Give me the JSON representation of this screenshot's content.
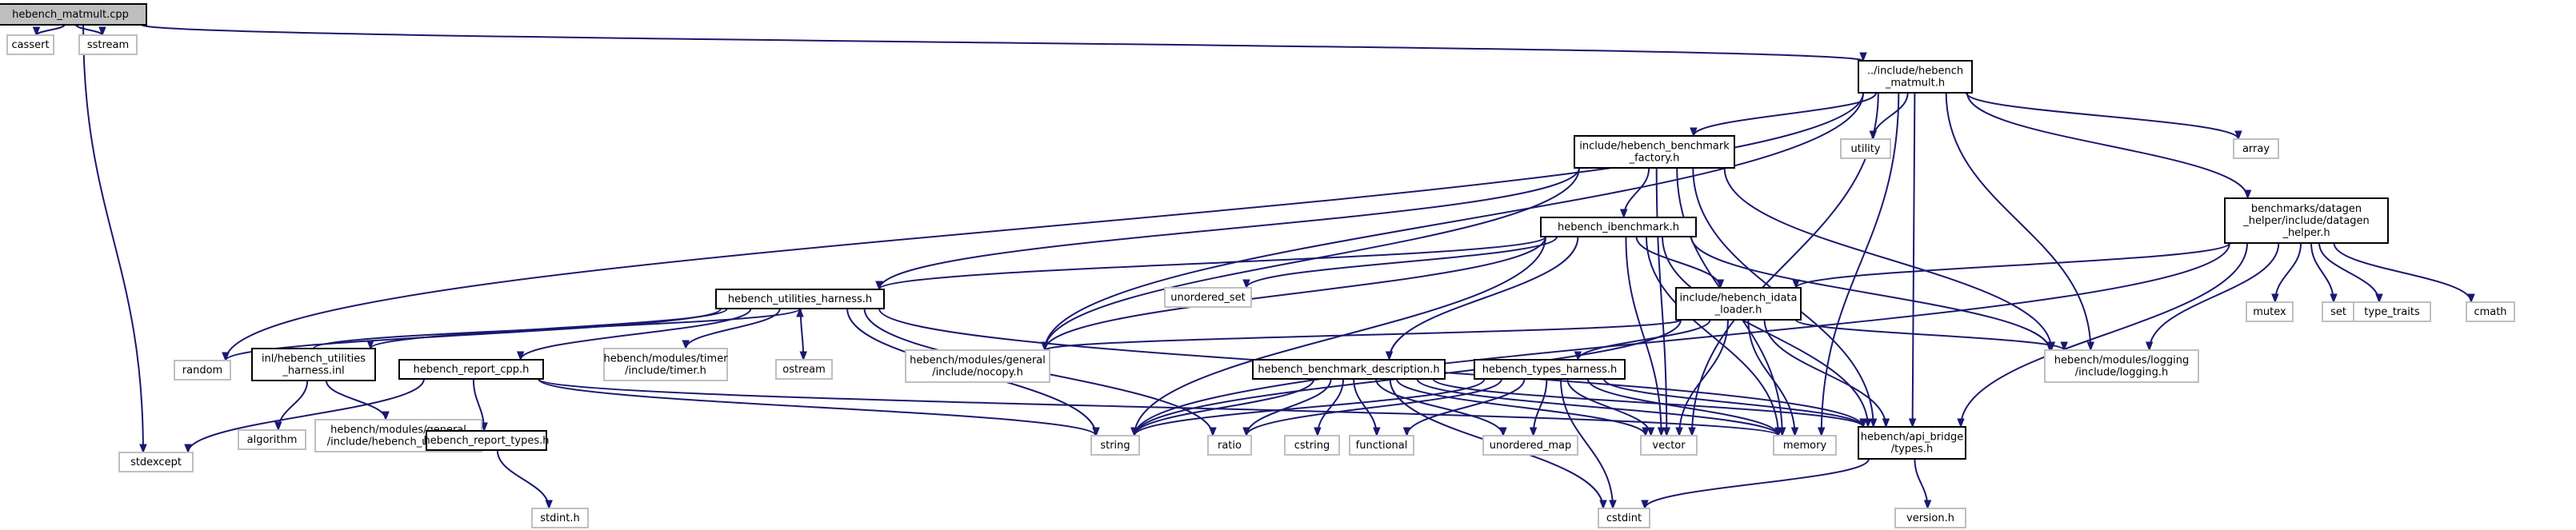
{
  "graph": {
    "root": "hebench_matmult.cpp",
    "nodes": [
      {
        "id": "n0",
        "lines": [
          "hebench_matmult.cpp"
        ],
        "style": "root"
      },
      {
        "id": "n1",
        "lines": [
          "cassert"
        ],
        "style": "external"
      },
      {
        "id": "n2",
        "lines": [
          "sstream"
        ],
        "style": "external"
      },
      {
        "id": "n3",
        "lines": [
          "../include/hebench",
          "_matmult.h"
        ],
        "style": "file"
      },
      {
        "id": "n4",
        "lines": [
          "stdexcept"
        ],
        "style": "external"
      },
      {
        "id": "n5",
        "lines": [
          "include/hebench_benchmark",
          "_factory.h"
        ],
        "style": "file"
      },
      {
        "id": "n6",
        "lines": [
          "utility"
        ],
        "style": "external"
      },
      {
        "id": "n7",
        "lines": [
          "array"
        ],
        "style": "external"
      },
      {
        "id": "n8",
        "lines": [
          "benchmarks/datagen",
          "_helper/include/datagen",
          "_helper.h"
        ],
        "style": "file"
      },
      {
        "id": "n9",
        "lines": [
          "hebench/api_bridge",
          "/types.h"
        ],
        "style": "file"
      },
      {
        "id": "n10",
        "lines": [
          "hebench_ibenchmark.h"
        ],
        "style": "file"
      },
      {
        "id": "n11",
        "lines": [
          "unordered_set"
        ],
        "style": "external"
      },
      {
        "id": "n12",
        "lines": [
          "hebench_utilities_harness.h"
        ],
        "style": "file"
      },
      {
        "id": "n13",
        "lines": [
          "include/hebench_idata",
          "_loader.h"
        ],
        "style": "file"
      },
      {
        "id": "n14",
        "lines": [
          "mutex"
        ],
        "style": "external"
      },
      {
        "id": "n15",
        "lines": [
          "set"
        ],
        "style": "external"
      },
      {
        "id": "n16",
        "lines": [
          "type_traits"
        ],
        "style": "external"
      },
      {
        "id": "n17",
        "lines": [
          "cmath"
        ],
        "style": "external"
      },
      {
        "id": "n18",
        "lines": [
          "random"
        ],
        "style": "external"
      },
      {
        "id": "n19",
        "lines": [
          "inl/hebench_utilities",
          "_harness.inl"
        ],
        "style": "file"
      },
      {
        "id": "n20",
        "lines": [
          "hebench_report_cpp.h"
        ],
        "style": "file"
      },
      {
        "id": "n21",
        "lines": [
          "hebench/modules/timer",
          "/include/timer.h"
        ],
        "style": "external"
      },
      {
        "id": "n22",
        "lines": [
          "ostream"
        ],
        "style": "external"
      },
      {
        "id": "n23",
        "lines": [
          "hebench/modules/general",
          "/include/nocopy.h"
        ],
        "style": "external"
      },
      {
        "id": "n24",
        "lines": [
          "hebench_benchmark_description.h"
        ],
        "style": "file"
      },
      {
        "id": "n25",
        "lines": [
          "hebench_types_harness.h"
        ],
        "style": "file"
      },
      {
        "id": "n26",
        "lines": [
          "hebench/modules/logging",
          "/include/logging.h"
        ],
        "style": "external"
      },
      {
        "id": "n27",
        "lines": [
          "algorithm"
        ],
        "style": "external"
      },
      {
        "id": "n28",
        "lines": [
          "hebench/modules/general",
          "/include/hebench_utilities.h"
        ],
        "style": "external"
      },
      {
        "id": "n29",
        "lines": [
          "hebench_report_types.h"
        ],
        "style": "file"
      },
      {
        "id": "n30",
        "lines": [
          "string"
        ],
        "style": "external"
      },
      {
        "id": "n31",
        "lines": [
          "ratio"
        ],
        "style": "external"
      },
      {
        "id": "n32",
        "lines": [
          "cstring"
        ],
        "style": "external"
      },
      {
        "id": "n33",
        "lines": [
          "functional"
        ],
        "style": "external"
      },
      {
        "id": "n34",
        "lines": [
          "unordered_map"
        ],
        "style": "external"
      },
      {
        "id": "n35",
        "lines": [
          "vector"
        ],
        "style": "external"
      },
      {
        "id": "n36",
        "lines": [
          "memory"
        ],
        "style": "external"
      },
      {
        "id": "n37",
        "lines": [
          "stdint.h"
        ],
        "style": "external"
      },
      {
        "id": "n38",
        "lines": [
          "cstdint"
        ],
        "style": "external"
      },
      {
        "id": "n39",
        "lines": [
          "version.h"
        ],
        "style": "external"
      }
    ],
    "edges": [
      [
        "n0",
        "n1"
      ],
      [
        "n0",
        "n2"
      ],
      [
        "n0",
        "n3"
      ],
      [
        "n0",
        "n4"
      ],
      [
        "n3",
        "n5"
      ],
      [
        "n3",
        "n6"
      ],
      [
        "n3",
        "n7"
      ],
      [
        "n3",
        "n8"
      ],
      [
        "n3",
        "n9"
      ],
      [
        "n3",
        "n18"
      ],
      [
        "n3",
        "n23"
      ],
      [
        "n3",
        "n26"
      ],
      [
        "n3",
        "n35"
      ],
      [
        "n3",
        "n36"
      ],
      [
        "n5",
        "n10"
      ],
      [
        "n5",
        "n12"
      ],
      [
        "n5",
        "n23"
      ],
      [
        "n5",
        "n26"
      ],
      [
        "n5",
        "n35"
      ],
      [
        "n5",
        "n36"
      ],
      [
        "n5",
        "n9"
      ],
      [
        "n10",
        "n11"
      ],
      [
        "n10",
        "n12"
      ],
      [
        "n10",
        "n13"
      ],
      [
        "n10",
        "n24"
      ],
      [
        "n10",
        "n23"
      ],
      [
        "n10",
        "n26"
      ],
      [
        "n10",
        "n30"
      ],
      [
        "n10",
        "n35"
      ],
      [
        "n10",
        "n36"
      ],
      [
        "n10",
        "n9"
      ],
      [
        "n12",
        "n18"
      ],
      [
        "n12",
        "n19"
      ],
      [
        "n12",
        "n20"
      ],
      [
        "n12",
        "n21"
      ],
      [
        "n12",
        "n22"
      ],
      [
        "n12",
        "n30"
      ],
      [
        "n12",
        "n31"
      ],
      [
        "n12",
        "n9"
      ],
      [
        "n19",
        "n12"
      ],
      [
        "n19",
        "n27"
      ],
      [
        "n19",
        "n28"
      ],
      [
        "n20",
        "n4"
      ],
      [
        "n20",
        "n29"
      ],
      [
        "n20",
        "n30"
      ],
      [
        "n20",
        "n36"
      ],
      [
        "n29",
        "n37"
      ],
      [
        "n13",
        "n23"
      ],
      [
        "n13",
        "n25"
      ],
      [
        "n13",
        "n26"
      ],
      [
        "n13",
        "n30"
      ],
      [
        "n13",
        "n35"
      ],
      [
        "n13",
        "n36"
      ],
      [
        "n13",
        "n9"
      ],
      [
        "n24",
        "n30"
      ],
      [
        "n24",
        "n31"
      ],
      [
        "n24",
        "n32"
      ],
      [
        "n24",
        "n33"
      ],
      [
        "n24",
        "n34"
      ],
      [
        "n24",
        "n35"
      ],
      [
        "n24",
        "n36"
      ],
      [
        "n24",
        "n38"
      ],
      [
        "n24",
        "n9"
      ],
      [
        "n25",
        "n30"
      ],
      [
        "n25",
        "n31"
      ],
      [
        "n25",
        "n33"
      ],
      [
        "n25",
        "n34"
      ],
      [
        "n25",
        "n35"
      ],
      [
        "n25",
        "n36"
      ],
      [
        "n25",
        "n38"
      ],
      [
        "n25",
        "n9"
      ],
      [
        "n8",
        "n13"
      ],
      [
        "n8",
        "n14"
      ],
      [
        "n8",
        "n15"
      ],
      [
        "n8",
        "n16"
      ],
      [
        "n8",
        "n17"
      ],
      [
        "n8",
        "n26"
      ],
      [
        "n8",
        "n30"
      ],
      [
        "n8",
        "n9"
      ],
      [
        "n9",
        "n38"
      ],
      [
        "n9",
        "n39"
      ]
    ],
    "colors": {
      "edge": "#191970",
      "file_border": "#000000",
      "external_border": "#bfbfbf",
      "root_fill": "#bfbfbf",
      "background": "#ffffff",
      "text": "#000000"
    }
  }
}
